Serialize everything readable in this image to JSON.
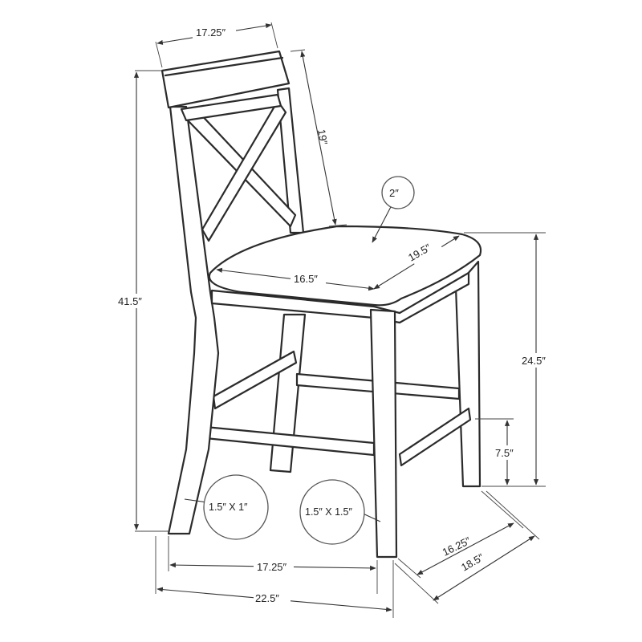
{
  "diagram": {
    "top_width": "17.25″",
    "back_height": "19″",
    "total_height": "41.5″",
    "cushion_thickness": "2″",
    "seat_width": "16.5″",
    "seat_depth": "19.5″",
    "seat_height": "24.5″",
    "stretcher_height": "7.5″",
    "back_leg_size": "1.5″ X 1″",
    "front_leg_size": "1.5″ X 1.5″",
    "front_inner_width": "17.25″",
    "base_width": "22.5″",
    "inner_depth": "16.25″",
    "base_depth": "18.5″"
  },
  "colors": {
    "line": "#2b2b2b",
    "dimension": "#333333",
    "background": "#ffffff"
  }
}
